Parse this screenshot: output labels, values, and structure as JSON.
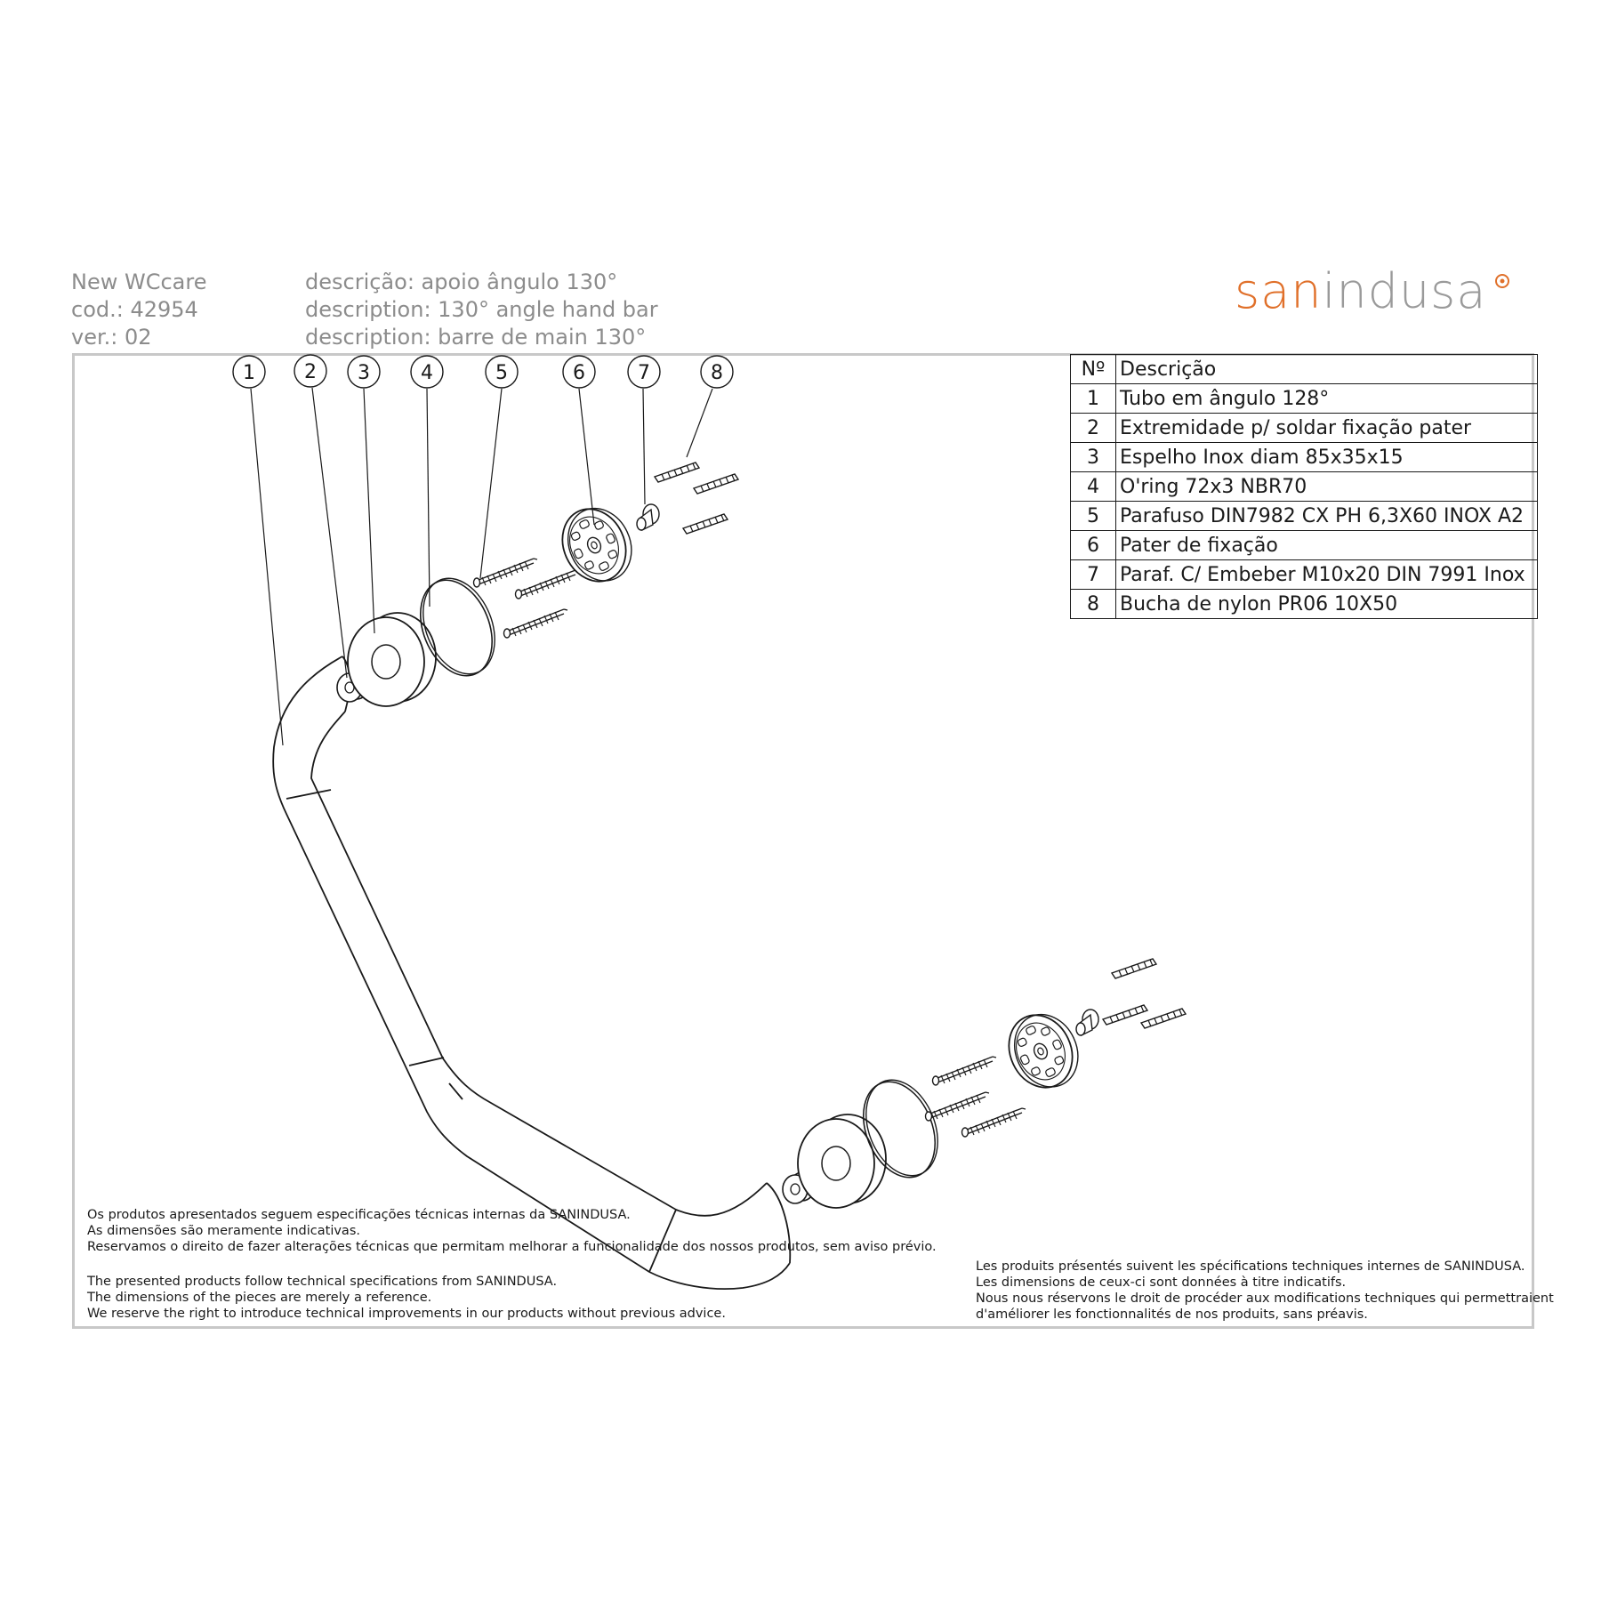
{
  "header": {
    "product_name": "New WCcare",
    "code": "cod.: 42954",
    "version": "ver.: 02",
    "desc_pt": "descrição: apoio ângulo 130°",
    "desc_en": "description: 130° angle hand bar",
    "desc_fr": "description: barre de main 130°"
  },
  "brand": {
    "part_a": "san",
    "part_b": "indusa",
    "accent_color": "#e0702a",
    "gray_color": "#9a9a9a"
  },
  "callouts": [
    "1",
    "2",
    "3",
    "4",
    "5",
    "6",
    "7",
    "8"
  ],
  "parts_table": {
    "header_no": "Nº",
    "header_desc": "Descrição",
    "rows": [
      {
        "no": "1",
        "desc": "Tubo em ângulo 128°"
      },
      {
        "no": "2",
        "desc": "Extremidade p/ soldar fixação pater"
      },
      {
        "no": "3",
        "desc": "Espelho Inox diam 85x35x15"
      },
      {
        "no": "4",
        "desc": "O'ring 72x3  NBR70"
      },
      {
        "no": "5",
        "desc": "Parafuso DIN7982 CX PH 6,3X60 INOX A2"
      },
      {
        "no": "6",
        "desc": "Pater de fixação"
      },
      {
        "no": "7",
        "desc": "Paraf. C/ Embeber  M10x20 DIN 7991 Inox"
      },
      {
        "no": "8",
        "desc": "Bucha de nylon PR06 10X50"
      }
    ]
  },
  "disclaimer": {
    "pt": [
      "Os produtos apresentados seguem especificações técnicas internas da SANINDUSA.",
      "As dimensões são meramente indicativas.",
      "Reservamos o direito de fazer alterações técnicas que permitam melhorar a funcionalidade dos nossos produtos, sem aviso prévio."
    ],
    "en": [
      "The presented products follow technical specifications from SANINDUSA.",
      "The dimensions of the pieces are merely a reference.",
      "We reserve the right to introduce technical improvements in our products without previous advice."
    ],
    "fr": [
      "Les produits présentés suivent les spécifications techniques internes de SANINDUSA.",
      "Les dimensions de ceux-ci sont données à titre indicatifs.",
      "Nous nous réservons le droit de procéder aux modifications techniques qui permettraient",
      "d'améliorer les fonctionnalités de nos produits, sans préavis."
    ]
  }
}
